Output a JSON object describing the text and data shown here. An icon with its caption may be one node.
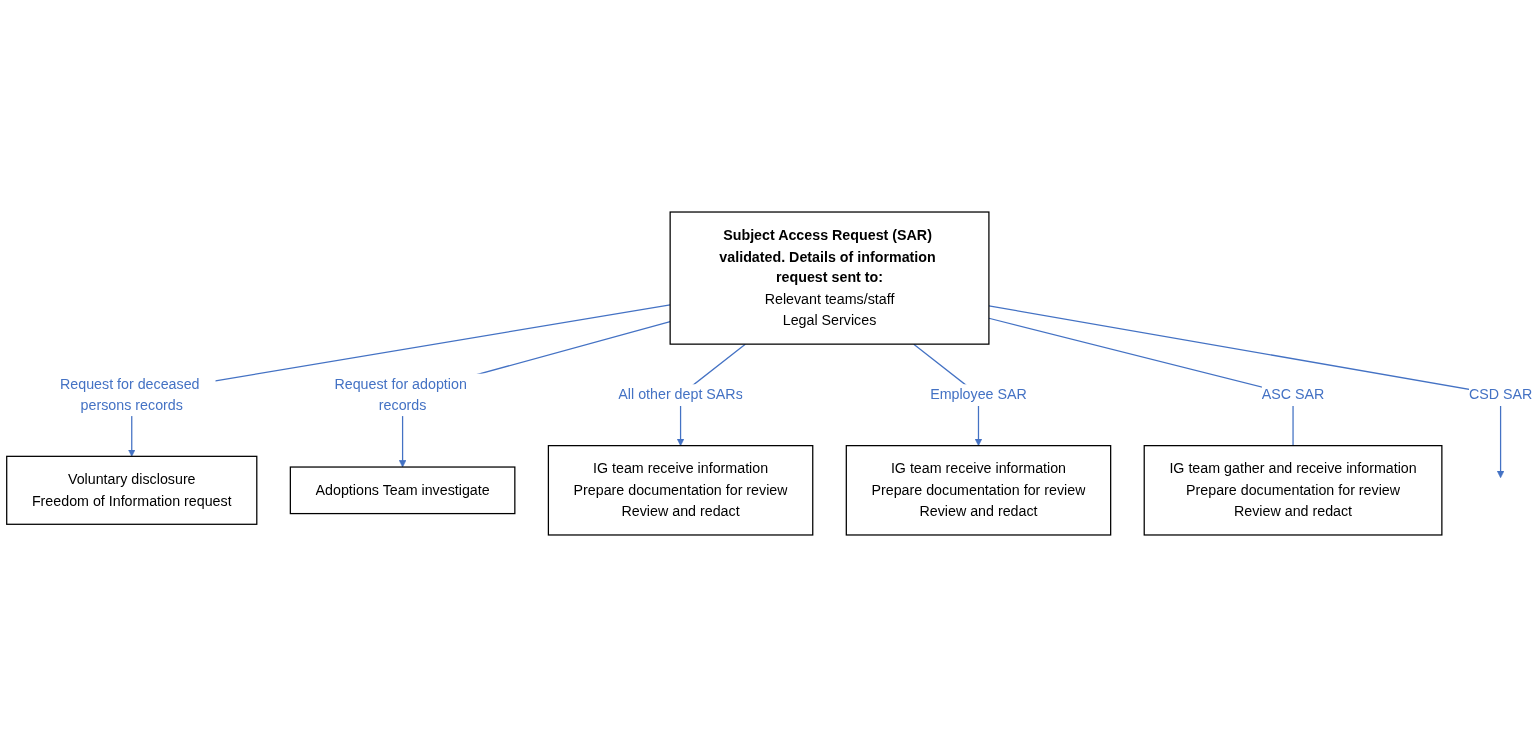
{
  "diagram": {
    "nodes": [
      {
        "text": [
          "Subject Access Request (SAR) validated. Details of information request sent to:",
          "Relevant teams/staff",
          "Legal Services"
        ]
      },
      {
        "text": [
          "Voluntary disclosure",
          "Freedom of Information request"
        ]
      },
      {
        "text": [
          "Adoptions Team investigate"
        ]
      },
      {
        "text": [
          "IG team receive information",
          "Prepare documentation for review",
          "Review and redact"
        ]
      },
      {
        "text": [
          "IG team receive information",
          "Prepare documentation for review",
          "Review and redact"
        ]
      },
      {
        "text": [
          "IG team gather and receive information",
          "Prepare documentation for review",
          "Review and redact"
        ]
      }
    ],
    "edges": [
      {
        "from": 0,
        "to": 1,
        "arrow": "to",
        "label": "Request for deceased persons records"
      },
      {
        "from": 0,
        "to": 2,
        "arrow": "to",
        "label": "Request for adoption records"
      },
      {
        "from": 0,
        "to": 3,
        "arrow": "to",
        "label": "All other dept SARs"
      },
      {
        "from": 0,
        "to": 4,
        "arrow": "to",
        "label": "Employee SAR"
      },
      {
        "from": 0,
        "to": 5,
        "arrow": "none",
        "label": "ASC SAR"
      },
      {
        "from": 0,
        "to": null,
        "arrow": "to",
        "label": "CSD SAR"
      }
    ]
  }
}
